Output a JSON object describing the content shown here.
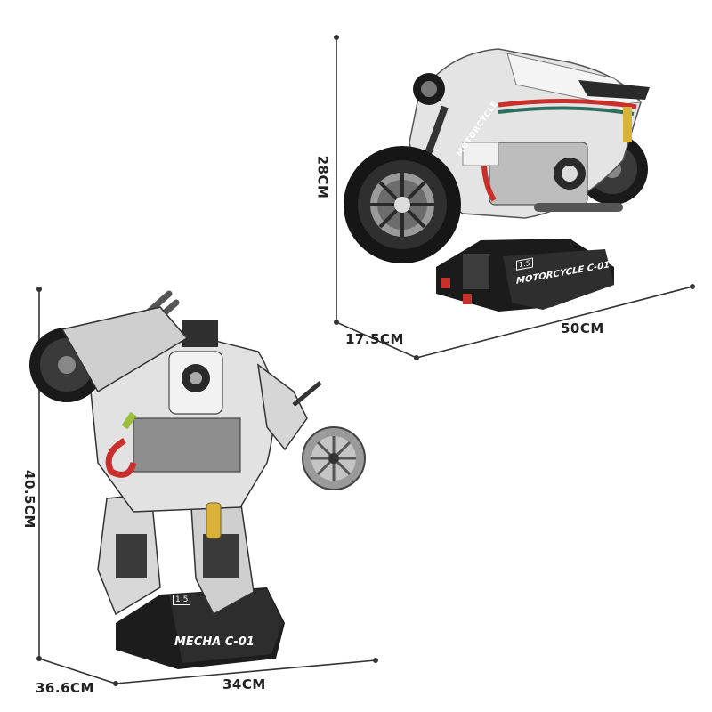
{
  "motorcycle": {
    "height_label": "28CM",
    "length_label": "50CM",
    "depth_label": "17.5CM",
    "plaque_title": "MOTORCYCLE C-01",
    "scale_badge": "1:5",
    "tank_text": "MOTORCYCLE"
  },
  "mecha": {
    "height_label": "40.5CM",
    "width_label": "34CM",
    "depth_label": "36.6CM",
    "plaque_title": "MECHA C-01",
    "scale_badge": "1:5"
  },
  "colors": {
    "background": "#ffffff",
    "body_white": "#e8e8e8",
    "body_grey": "#9a9a9a",
    "dark": "#1e1e1e",
    "accent_red": "#c9302c",
    "accent_yellow": "#d8b23a",
    "accent_green": "#9bbf3a"
  }
}
